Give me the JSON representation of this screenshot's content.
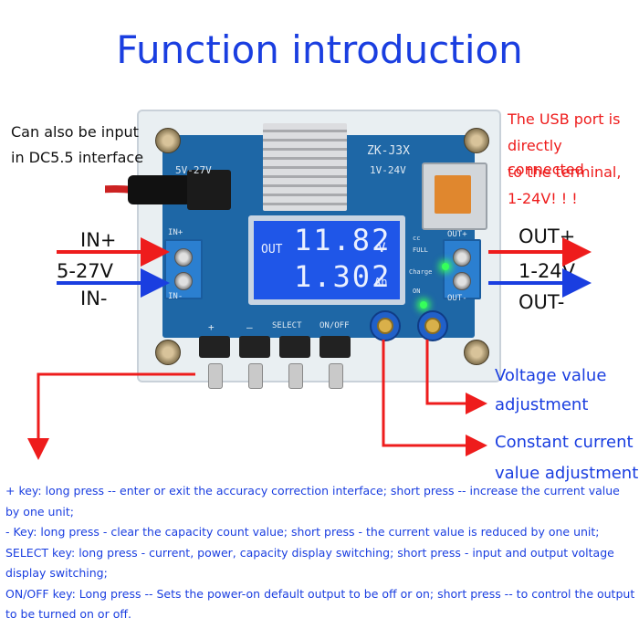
{
  "title": "Function introduction",
  "input_note": {
    "line1": "Can also be input",
    "line2": "in DC5.5 interface"
  },
  "usb_note": {
    "line1": "The USB port is",
    "line2": "directly connected",
    "line3": "to the terminal,",
    "line4": "1-24V! ! !"
  },
  "left_labels": {
    "in_plus": "IN+",
    "range": "5-27V",
    "in_minus": "IN-"
  },
  "right_labels": {
    "out_plus": "OUT+",
    "range": "1-24V",
    "out_minus": "OUT-"
  },
  "voltage_adj": {
    "line1": "Voltage value",
    "line2": "adjustment"
  },
  "current_adj": {
    "line1": "Constant current",
    "line2": "value adjustment"
  },
  "board": {
    "model": "ZK-J3X",
    "input_range": "5V-27V",
    "output_range": "1V-24V",
    "in_plus": "IN+",
    "in_minus": "IN-",
    "out_plus": "OUT+",
    "out_minus": "OUT-",
    "plus_key": "+",
    "minus_key": "—",
    "select_key": "SELECT",
    "onoff_key": "ON/OFF",
    "led_labels": {
      "cc": "cc",
      "full": "FULL",
      "charge": "Charge",
      "on": "ON"
    },
    "lcd": {
      "out": "OUT",
      "value1": "11.82",
      "unit1": "V",
      "value2": "1.302",
      "unit2": "Ah"
    }
  },
  "descriptions": [
    "+ key: long press -- enter or exit the accuracy correction interface; short press -- increase the current value by one unit;",
    "- Key: long press - clear the capacity count value; short press - the current value is reduced by one unit;",
    "SELECT key: long press - current, power, capacity display switching; short press - input and output voltage display switching;",
    "ON/OFF key: Long press -- Sets the power-on default output to be off or on; short press -- to control the output to be turned on or off."
  ],
  "colors": {
    "title": "#1a3ee0",
    "red_arrow": "#ee1c1c",
    "blue_arrow": "#1a3ee0",
    "pcb": "#1e67a6",
    "lcd": "#1f56e8"
  }
}
